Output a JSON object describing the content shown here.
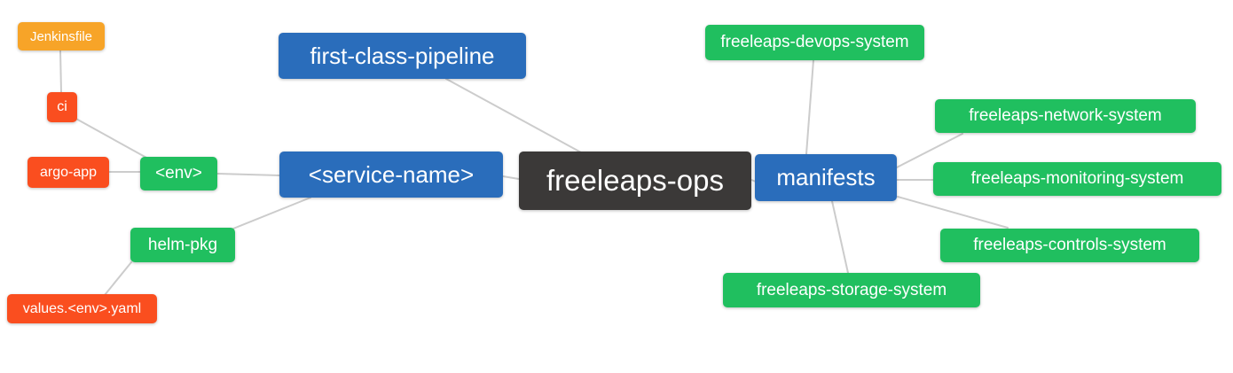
{
  "diagram": {
    "type": "mindmap",
    "root_label": "freeleaps-ops",
    "palette": {
      "background": "#ffffff",
      "root_dark": "#3b3938",
      "level1_blue": "#2a6dbb",
      "level2_green": "#20bf5f",
      "level3_red": "#fa4e1f",
      "level4_orange": "#f7a428",
      "edge_gray": "#cccccc",
      "text": "#ffffff"
    },
    "nodes": [
      {
        "id": "freeleaps-ops",
        "label": "freeleaps-ops",
        "level": 0,
        "color": "#3b3938"
      },
      {
        "id": "first-class-pipeline",
        "label": "first-class-pipeline",
        "level": 1,
        "color": "#2a6dbb"
      },
      {
        "id": "service-name",
        "label": "<service-name>",
        "level": 1,
        "color": "#2a6dbb"
      },
      {
        "id": "manifests",
        "label": "manifests",
        "level": 1,
        "color": "#2a6dbb"
      },
      {
        "id": "env",
        "label": "<env>",
        "level": 2,
        "color": "#20bf5f"
      },
      {
        "id": "helm-pkg",
        "label": "helm-pkg",
        "level": 2,
        "color": "#20bf5f"
      },
      {
        "id": "ci",
        "label": "ci",
        "level": 3,
        "color": "#fa4e1f"
      },
      {
        "id": "argo-app",
        "label": "argo-app",
        "level": 3,
        "color": "#fa4e1f"
      },
      {
        "id": "jenkinsfile",
        "label": "Jenkinsfile",
        "level": 4,
        "color": "#f7a428"
      },
      {
        "id": "values-env-yaml",
        "label": "values.<env>.yaml",
        "level": 3,
        "color": "#fa4e1f"
      },
      {
        "id": "devops-system",
        "label": "freeleaps-devops-system",
        "level": 2,
        "color": "#20bf5f"
      },
      {
        "id": "network-system",
        "label": "freeleaps-network-system",
        "level": 2,
        "color": "#20bf5f"
      },
      {
        "id": "monitoring-system",
        "label": "freeleaps-monitoring-system",
        "level": 2,
        "color": "#20bf5f"
      },
      {
        "id": "controls-system",
        "label": "freeleaps-controls-system",
        "level": 2,
        "color": "#20bf5f"
      },
      {
        "id": "storage-system",
        "label": "freeleaps-storage-system",
        "level": 2,
        "color": "#20bf5f"
      }
    ],
    "edges": [
      {
        "from": "freeleaps-ops",
        "to": "first-class-pipeline"
      },
      {
        "from": "freeleaps-ops",
        "to": "service-name"
      },
      {
        "from": "freeleaps-ops",
        "to": "manifests"
      },
      {
        "from": "service-name",
        "to": "env"
      },
      {
        "from": "service-name",
        "to": "helm-pkg"
      },
      {
        "from": "env",
        "to": "ci"
      },
      {
        "from": "env",
        "to": "argo-app"
      },
      {
        "from": "ci",
        "to": "jenkinsfile"
      },
      {
        "from": "helm-pkg",
        "to": "values-env-yaml"
      },
      {
        "from": "manifests",
        "to": "devops-system"
      },
      {
        "from": "manifests",
        "to": "network-system"
      },
      {
        "from": "manifests",
        "to": "monitoring-system"
      },
      {
        "from": "manifests",
        "to": "controls-system"
      },
      {
        "from": "manifests",
        "to": "storage-system"
      }
    ]
  }
}
